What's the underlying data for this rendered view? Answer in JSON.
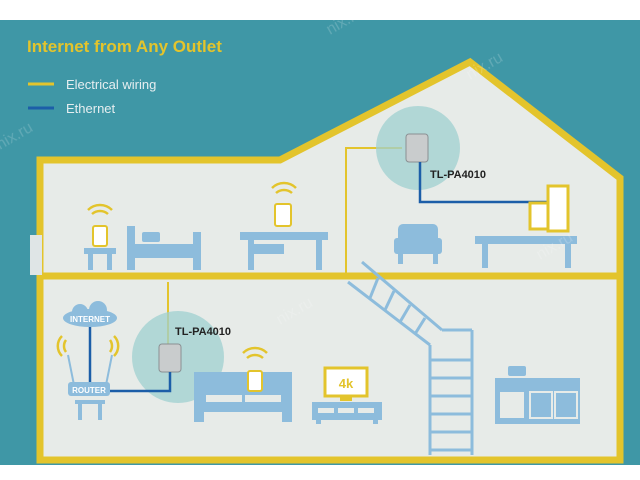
{
  "title": "Internet from Any Outlet",
  "legend": [
    {
      "label": "Electrical wiring",
      "color": "#e3c42c"
    },
    {
      "label": "Ethernet",
      "color": "#1c5ea8"
    }
  ],
  "devices": {
    "upstairs_adapter": "TL-PA4010",
    "downstairs_adapter": "TL-PA4010",
    "cloud": "INTERNET",
    "router": "ROUTER",
    "tv_badge": "4k"
  },
  "watermark": "nix.ru",
  "colors": {
    "background": "#3f97a6",
    "house": "#e7ebe8",
    "wiring": "#e3c42c",
    "ethernet": "#1c5ea8",
    "furniture": "#8dbcdc"
  }
}
